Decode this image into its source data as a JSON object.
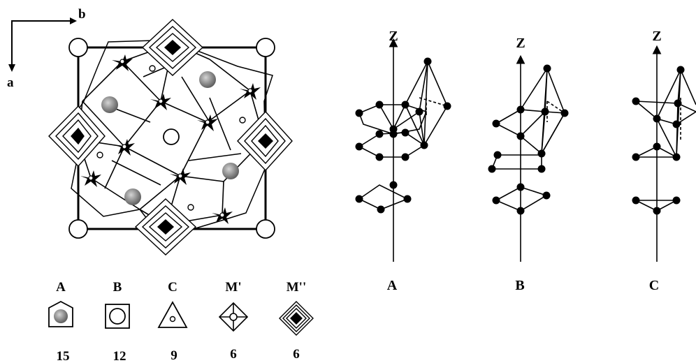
{
  "axes": {
    "horizontal": "b",
    "vertical": "a"
  },
  "legend": [
    {
      "label": "A",
      "count": "15",
      "shape": "pentagon-gray-ball-icon"
    },
    {
      "label": "B",
      "count": "12",
      "shape": "square-circle-icon"
    },
    {
      "label": "C",
      "count": "9",
      "shape": "triangle-dot-icon"
    },
    {
      "label": "M'",
      "count": "6",
      "shape": "diamond-cross-icon"
    },
    {
      "label": "M''",
      "count": "6",
      "shape": "hatched-diamond-icon"
    }
  ],
  "polyhedra": [
    {
      "axis": "Z",
      "label": "A"
    },
    {
      "axis": "Z",
      "label": "B"
    },
    {
      "axis": "Z",
      "label": "C"
    }
  ],
  "colors": {
    "ink": "#000000",
    "atom_gray": "#8a8a8a",
    "background": "#ffffff"
  }
}
